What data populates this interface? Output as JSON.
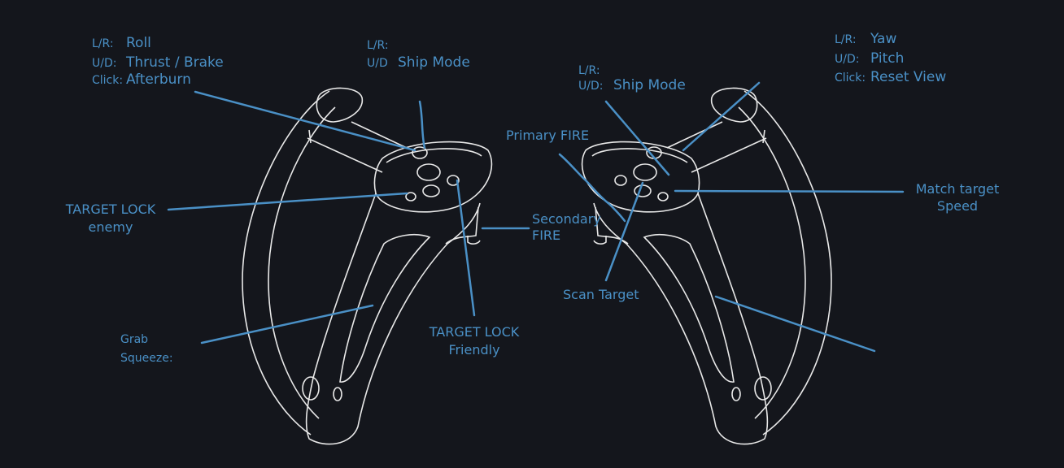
{
  "colors": {
    "background": "#14161c",
    "accent": "#4a90c6",
    "outline": "#e8e8e8"
  },
  "left_controller": {
    "thumbstick": {
      "lr_prefix": "L/R:",
      "lr_value": "Roll",
      "ud_prefix": "U/D:",
      "ud_value": "Thrust / Brake",
      "click_prefix": "Click:",
      "click_value": "Afterburn"
    },
    "trackpad": {
      "lr_prefix": "L/R:",
      "ud_prefix": "U/D",
      "ud_value": "Ship Mode"
    },
    "target_lock_enemy": {
      "line1": "TARGET LOCK",
      "line2": "enemy"
    },
    "target_lock_friendly": {
      "line1": "TARGET LOCK",
      "line2": "Friendly"
    },
    "secondary_fire": {
      "line1": "Secondary",
      "line2": "FIRE"
    },
    "grab": {
      "line1": "Grab",
      "line2": "Squeeze:"
    }
  },
  "right_controller": {
    "primary_fire": "Primary FIRE",
    "scan_target": "Scan Target",
    "trackpad": {
      "lr_prefix": "L/R:",
      "ud_prefix": "U/D:",
      "ud_value": "Ship Mode"
    },
    "thumbstick": {
      "lr_prefix": "L/R:",
      "lr_value": "Yaw",
      "ud_prefix": "U/D:",
      "ud_value": "Pitch",
      "click_prefix": "Click:",
      "click_value": "Reset View"
    },
    "match_speed": {
      "line1": "Match target",
      "line2": "Speed"
    }
  }
}
